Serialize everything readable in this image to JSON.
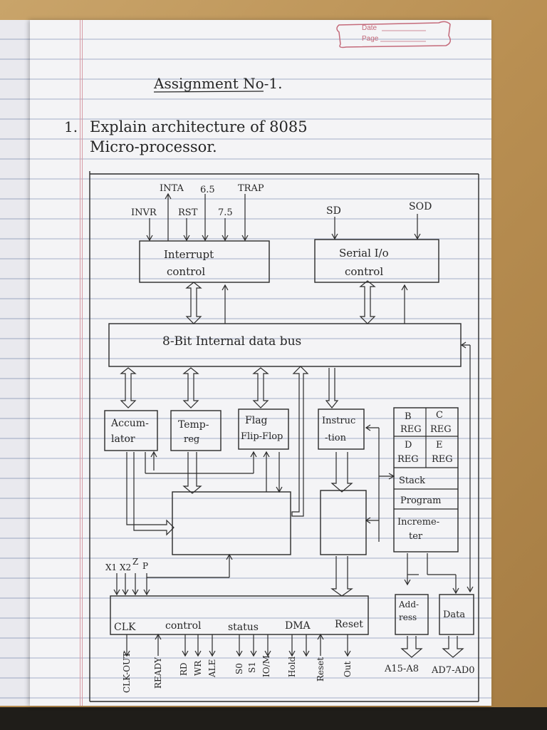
{
  "header_stamp": {
    "date_label": "Date",
    "page_label": "Page"
  },
  "title": "Assignment No-1.",
  "question": {
    "number": "1.",
    "line1": "Explain architecture of 8085",
    "line2": "Micro-processor."
  },
  "diagram": {
    "top_signals": [
      "INTA",
      "6.5",
      "TRAP"
    ],
    "second_signals": [
      "INVR",
      "RST",
      "7.5"
    ],
    "serial_signals": [
      "SD",
      "SOD"
    ],
    "interrupt_control": [
      "Interrupt",
      "control"
    ],
    "serial_control": [
      "Serial I/o",
      "control"
    ],
    "data_bus": "8-Bit Internal data bus",
    "accumulator": [
      "Accum-",
      "lator"
    ],
    "temp_reg": [
      "Temp-",
      "reg"
    ],
    "flag": [
      "Flag",
      "Flip-Flop"
    ],
    "instruction": [
      "Instruc",
      "-tion"
    ],
    "registers": [
      "B",
      "REG",
      "C",
      "REG",
      "D",
      "REG",
      "E",
      "REG"
    ],
    "stack": "Stack",
    "program": "Program",
    "incrementer": [
      "Increme-",
      "ter"
    ],
    "flags_inputs": [
      "X1",
      "X2",
      "Z",
      "P"
    ],
    "control_row": [
      "CLK",
      "control",
      "status",
      "DMA",
      "Reset"
    ],
    "address": [
      "Add-",
      "ress"
    ],
    "data_box": "Data",
    "bottom_pins": [
      "CLK-OUT",
      "READY",
      "RD",
      "WR",
      "ALE",
      "S0",
      "S1",
      "IO/M",
      "Hold",
      "Reset",
      "Out"
    ],
    "bus_labels": [
      "A15-A8",
      "AD7-AD0"
    ]
  }
}
